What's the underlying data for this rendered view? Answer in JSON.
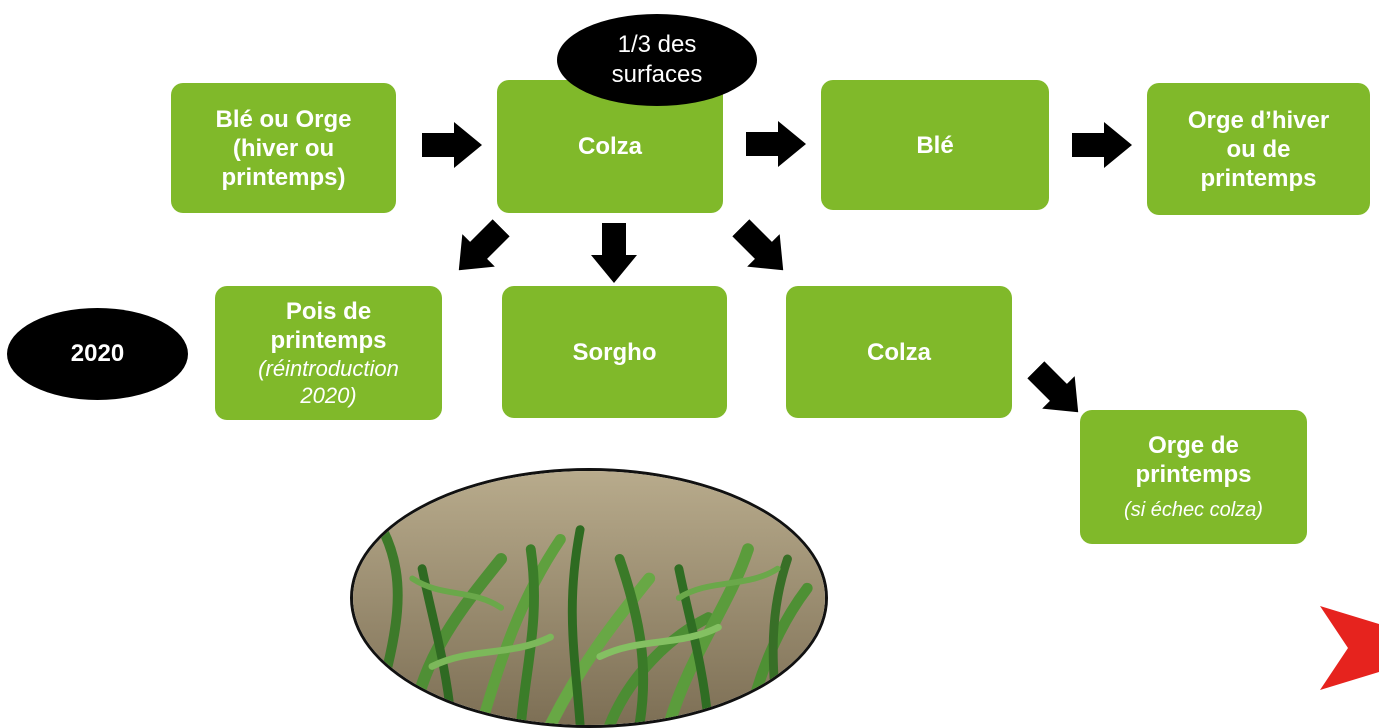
{
  "colors": {
    "box_fill": "#80b92a",
    "ellipse_fill": "#000000",
    "arrow_fill": "#000000",
    "logo_red": "#e6231e"
  },
  "rotation": {
    "box_ble_orge": {
      "line1": "Blé ou Orge",
      "line2": "(hiver ou",
      "line3": "printemps)"
    },
    "box_colza_top": {
      "text": "Colza"
    },
    "box_ble": {
      "text": "Blé"
    },
    "box_orge_hiver": {
      "line1": "Orge d’hiver",
      "line2": "ou de",
      "line3": "printemps"
    },
    "box_pois": {
      "line1": "Pois de",
      "line2": "printemps",
      "line3": "(réintroduction",
      "line4": "2020)"
    },
    "box_sorgho": {
      "text": "Sorgho"
    },
    "box_colza_bottom": {
      "text": "Colza"
    },
    "box_orge_printemps": {
      "line1": "Orge de",
      "line2": "printemps",
      "line3": "(si échec colza)"
    },
    "ellipse_surfaces": {
      "line1": "1/3 des",
      "line2": "surfaces"
    },
    "ellipse_year": {
      "text": "2020"
    }
  },
  "icons": [
    "arrow-right-icon",
    "arrow-down-icon",
    "arrow-down-left-icon",
    "arrow-down-right-icon",
    "logo-chevron-icon"
  ]
}
